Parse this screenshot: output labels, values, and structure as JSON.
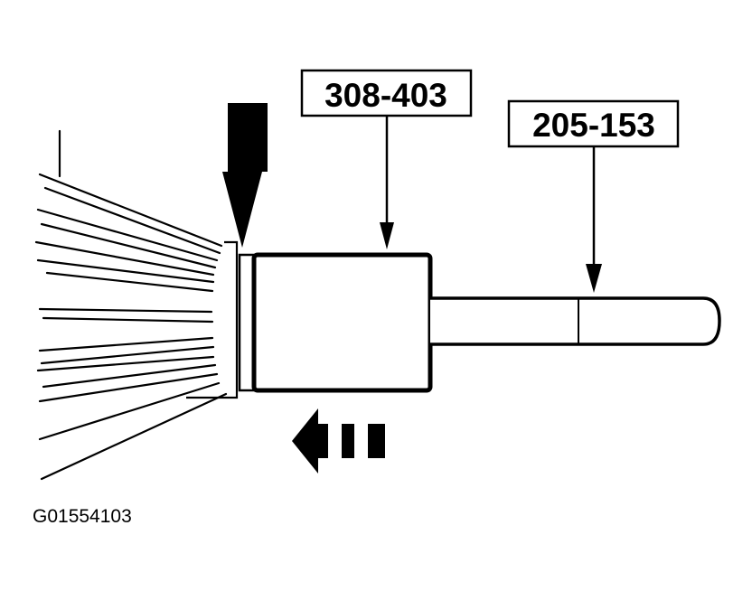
{
  "callouts": {
    "tool_a": "308-403",
    "tool_b": "205-153"
  },
  "figure_id": "G01554103",
  "colors": {
    "line": "#000000",
    "background": "#ffffff"
  }
}
